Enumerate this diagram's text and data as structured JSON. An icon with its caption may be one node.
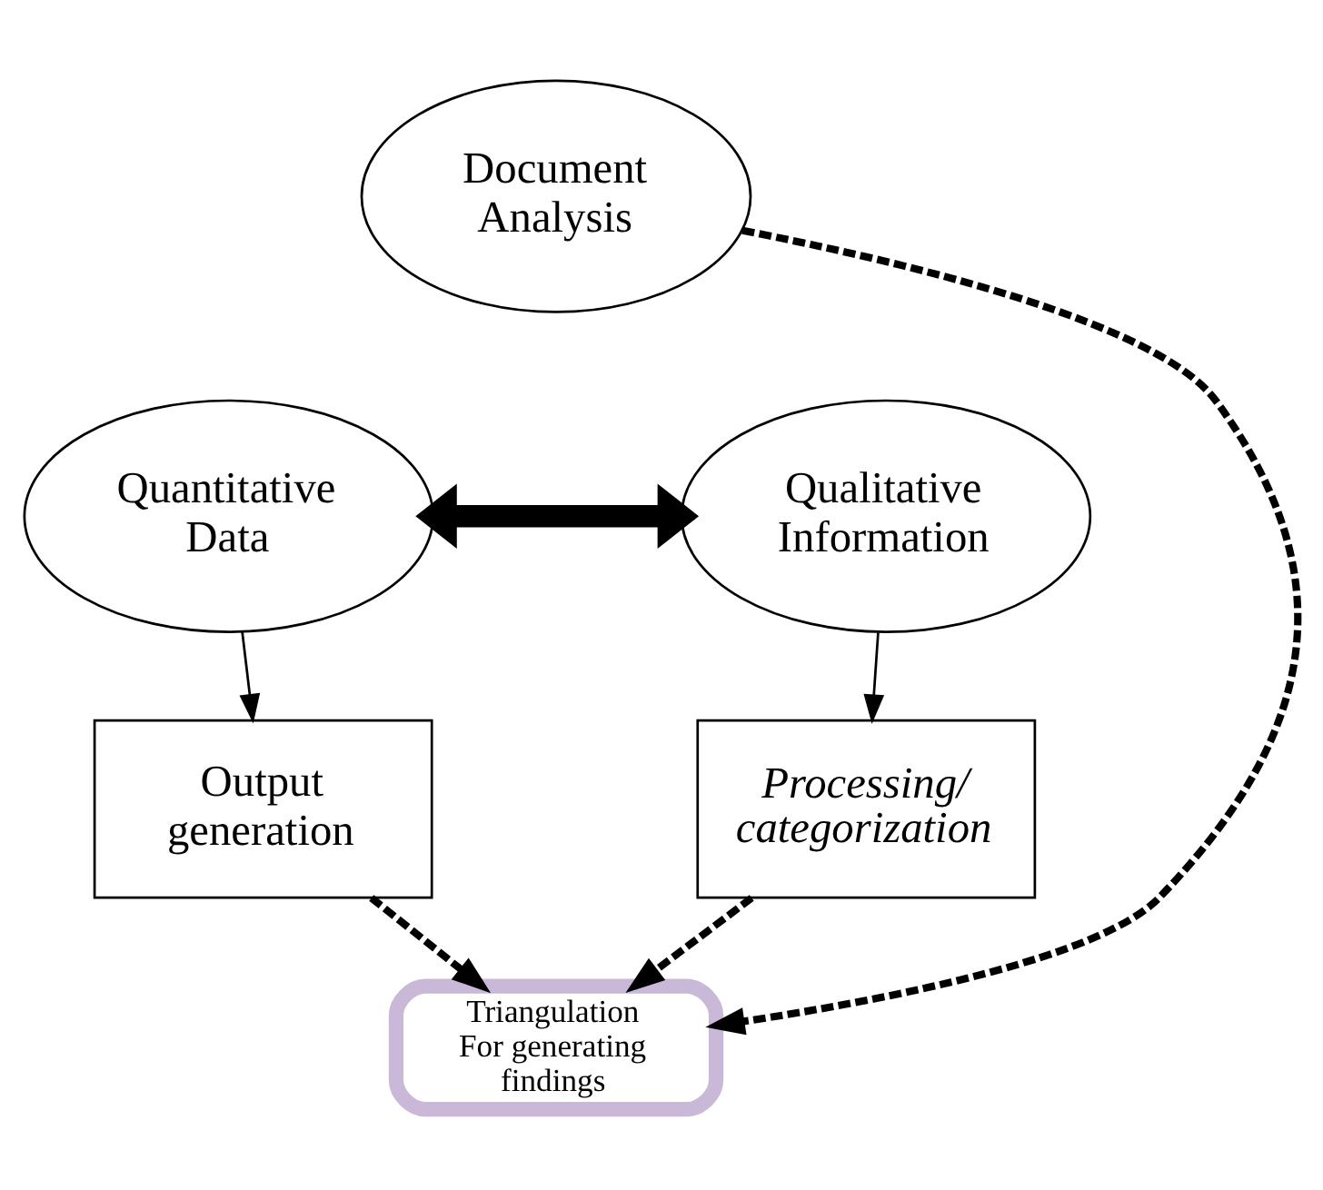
{
  "diagram": {
    "nodes": [
      {
        "text": [
          "Document Analysis"
        ]
      },
      {
        "text": [
          "Quantitative Data"
        ]
      },
      {
        "text": [
          "Qualitative Information"
        ]
      },
      {
        "text": [
          "Output generation"
        ]
      },
      {
        "text": [
          "Processing/ categorization"
        ]
      },
      {
        "text": [
          "Triangulation For generating findings"
        ]
      }
    ],
    "edges": [
      {
        "from": 1,
        "to": 2,
        "arrow": "both",
        "style": "thick"
      },
      {
        "from": 1,
        "to": 3,
        "arrow": "to"
      },
      {
        "from": 2,
        "to": 4,
        "arrow": "to"
      },
      {
        "from": 0,
        "to": 5,
        "arrow": "to",
        "style": "dashed"
      },
      {
        "from": 3,
        "to": 5,
        "arrow": "to",
        "style": "dashed"
      },
      {
        "from": 4,
        "to": 5,
        "arrow": "to",
        "style": "dashed"
      }
    ]
  }
}
